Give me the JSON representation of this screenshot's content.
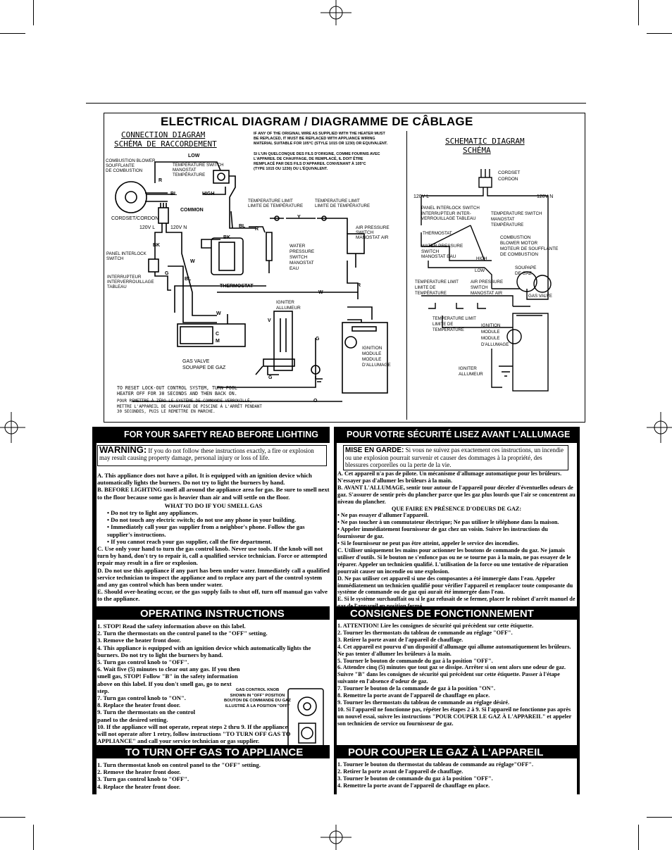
{
  "diagram": {
    "title": "ELECTRICAL DIAGRAM / DIAGRAMME DE CÂBLAGE",
    "connection_title_en": "CONNECTION DIAGRAM",
    "connection_title_fr": "SCHÉMA DE RACCORDEMENT",
    "schematic_title_en": "SCHEMATIC DIAGRAM",
    "schematic_title_fr": "SCHÉMA",
    "wire_note_en": "IF ANY OF THE ORIGINAL WIRE AS SUPPLIED WITH THE HEATER MUST\nBE REPLACED, IT MUST BE REPLACED WITH APPLIANCE WIRING\nMATERIAL SUITABLE FOR 105°C (STYLE 1015 OR 1230) OR EQUIVALENT.",
    "wire_note_fr": "SI L'UN QUELCONQUE DES FILS D'ORIGINE, COMME FOURNIS AVEC\nL'APPAREIL DE CHAUFFAGE, DE REMPLACÉ, IL DOIT ÊTRE\nREMPLACÉ PAR DES FILS D'APPAREIL CONVENANT À 105°C\n(TYPE 1015 OU 1230) OU L'ÉQUIVALENT.",
    "labels": {
      "blower": "COMBUSTION BLOWER\nSOUFFLANTE\nDE COMBUSTION",
      "low": "LOW",
      "temp_switch": "TEMPERATURE SWITCH\nMANOSTAT\nTEMPÉRATURE",
      "bl": "BL",
      "high": "HIGH",
      "common": "COMMON",
      "cordset": "CORDSET/CORDON",
      "v120l": "120V L",
      "v120n": "120V N",
      "bk": "BK",
      "panel_switch": "PANEL INTERLOCK\nSWITCH",
      "panel_switch_fr": "INTERRUPTEUR\nINTERVERROUILLAGE\nTABLEAU",
      "temp_limit_1": "TEMPERATURE LIMIT\nLIMITE DE TEMPÉRATURE",
      "temp_limit_2": "TEMPERATURE LIMIT\nLIMITE DE TEMPÉRATURE",
      "air_pressure": "AIR PRESSURE\nSWITCH\nMANOSTAT AIR",
      "water_pressure": "WATER\nPRESSURE\nSWITCH\nMANOSTAT\nEAU",
      "thermostat": "THERMOSTAT",
      "igniter": "IGNITER\nALLUMEUR",
      "ignition_module": "IGNITION\nMODULE\nMODULE\nD'ALLUMAGE",
      "gas_valve": "GAS VALVE\nSOUPAPE DE GAZ",
      "c": "C",
      "m": "M",
      "w": "W",
      "g": "G",
      "r": "R",
      "v": "V",
      "y": "Y",
      "o": "O",
      "reset_en": "TO RESET LOCK-OUT CONTROL SYSTEM, TURN POOL\nHEATER OFF FOR 30 SECONDS AND THEN BACK ON.",
      "reset_fr": "POUR REMETTRE À ZÉRO LE SYSTÈME DE COMMANDE VERROUILLÉ,\nMETTRE L'APPAREIL DE CHAUFFAGE DE PISCINE À L'ARRÊT PENDANT\n30 SECONDES, PUIS LE REMETTRE EN MARCHE."
    },
    "schematic_labels": {
      "cordset": "CORDSET\nCORDON",
      "l": "120V L",
      "n": "120V N",
      "panel": "PANEL INTERLOCK SWITCH\nINTERRUPTEUR INTER-\nVERROUILLAGE TABLEAU",
      "thermostat": "THERMOSTAT",
      "temp_switch": "TEMPERATURE SWITCH\nMANOSTAT\nTEMPÉRATURE",
      "blower": "COMBUSTION\nBLOWER MOTOR\nMOTEUR DE SOUFFLANTE\nDE COMBUSTION",
      "water": "WATER PRESSURE\nSWITCH\nMANOSTAT EAU",
      "high": "HIGH",
      "low": "LOW",
      "gas_valve_fr": "SOUPAPE\nDE GAZ",
      "temp_limit": "TEMPERATURE LIMIT\nLIMITE DE\nTEMPÉRATURE",
      "air": "AIR PRESSURE\nSWITCH\nMANOSTAT AIR",
      "gas_valve": "GAS VALVE",
      "temp_limit2": "TEMPERATURE LIMIT\nLIMITE DE\nTEMPÉRATURE",
      "ignition": "IGNITION\nMODULE\nMODULE\nD'ALLUMAGE",
      "igniter": "IGNITER\nALLUMEUR"
    }
  },
  "english": {
    "safety_title": "FOR YOUR SAFETY READ BEFORE LIGHTING",
    "warning_label": "WARNING:",
    "warning_text": " If you do not follow these instructions exactly, a fire or explosion may result causing property damage, personal injury or loss of life.",
    "safety_items": [
      "A. This appliance does not have a pilot. It is equipped with an ignition device which automatically lights the burners. Do not try to light the burners by hand.",
      "B. BEFORE LIGHTING smell all around the appliance area for gas. Be sure to smell next to the floor because some gas is heavier than air and will settle on the floor.",
      "WHAT TO DO IF YOU SMELL GAS",
      "• Do not try to light any appliances.",
      "• Do not touch any electric switch; do not use any phone in your building.",
      "• Immediately call your gas supplier from a neighbor's phone. Follow the gas supplier's instructions.",
      "• If you cannot reach your gas supplier, call the fire department.",
      "C. Use only your hand to turn the gas control knob. Never use tools. If the knob will not turn by hand, don't try to repair it, call a qualified service technician. Force or attempted repair may result in a fire or explosion.",
      "D. Do not use this appliance if any part has been under water. Immediately call a qualified service technician to inspect the appliance and to replace any part of the control system and any gas control which has been under water.",
      "E. Should over-heating occur, or the gas supply fails to shut off, turn off manual gas valve to the appliance."
    ],
    "operating_title": "OPERATING INSTRUCTIONS",
    "operating_items": [
      "1. STOP! Read the safety information above on this label.",
      "2. Turn the thermostats on the control panel to the \"OFF\" setting.",
      "3. Remove the heater front door.",
      "4. This appliance is equipped with an ignition device which automatically lights the burners. Do not try to light the burners by hand.",
      "5. Turn gas control knob to \"OFF\".",
      "6. Wait five (5) minutes to clear out any gas. If you then smell gas, STOP! Follow \"B\" in the safety information above on this label. If you don't smell gas, go to next step.",
      "7. Turn gas control knob to \"ON\".",
      "8. Replace the heater front door.",
      "9. Turn the thermostats on the control panel to the desired setting.",
      "10. If the appliance will not operate, repeat steps 2 thru 9. If the appliance will not operate after 1 retry, follow instructions \"TO TURN OFF GAS TO APPLIANCE\" and call your service technician or gas supplier."
    ],
    "knob_caption": "GAS CONTROL KNOB\nSHOWN IN \"OFF\" POSITION\nBOUTON DE COMMANDE DU GAZ\nILLUSTRÉ À LA POSITION \"OFF\"",
    "turnoff_title": "TO TURN OFF GAS TO APPLIANCE",
    "turnoff_items": [
      "1. Turn thermostat knob on control panel to the \"OFF\" setting.",
      "2. Remove the heater front door.",
      "3. Turn gas control knob to \"OFF\".",
      "4. Replace the heater front door."
    ]
  },
  "french": {
    "safety_title": "POUR VOTRE SÉCURITÉ LISEZ AVANT L'ALLUMAGE",
    "warning_label": "MISE EN GARDE:",
    "warning_text": " Si vous ne suivez pas exactement ces instructions, un incendie ou une explosion pourrait survenir et causer des dommages à la propriété, des blessures corporelles ou la perte de la vie.",
    "safety_items": [
      "A. Cet appareil n'a pas de pilote. Un mécanisme d'allumage automatique pour les brûleurs. N'essayer pas d'allumer les brûleurs à la main.",
      "B. AVANT L'ALLUMAGE, sentir tour autour de l'appareil pour déceler d'éventuelles odeurs de gaz. S'assurer de sentir près du plancher parce que les gaz plus lourds que l'air se concentrent au niveau du plancher.",
      "QUE FAIRE EN PRÉSENCE D'ODEURS DE GAZ:",
      "• Ne pas essayer d'allumer l'appareil.",
      "• Ne pas toucher à un commutateur électrique; Ne pas utiliser le téléphone dans la maison.",
      "• Appeler immédiatement fournisseur de gaz chez un voisin. Suivre les instructions du fournisseur de gaz.",
      "• Si le fournisseur ne peut pas être atteint, appeler le service des incendies.",
      "C. Utiliser uniquement les mains pour actionner les boutons de commande du gaz. Ne jamais utiliser d'outils. Si le bouton ne s'enfonce pas ou ne se tourne pas à la main, ne pas essayer de le réparer. Appeler un technicien qualifié. L'utilisation de la force ou une tentative de réparation pourrait causer un incendie ou une explosion.",
      "D. Ne pas utiliser cet appareil si une des composantes a été immergée dans l'eau. Appeler immédiatement un technicien qualifié pour vérifier l'appareil et remplacer toute composante du système de commande ou de gaz qui aurait été immergée dans l'eau.",
      "E. Si le système surchauffait ou si le gaz refusait de se fermer, placer le robinet d'arrêt manuel de gaz de l'appareil en position fermé."
    ],
    "operating_title": "CONSIGNES DE FONCTIONNEMENT",
    "operating_items": [
      "1. ATTENTION! Lire les consignes de sécurité qui précèdent sur cette étiquette.",
      "2. Tourner les thermostats du tableau de commande au réglage \"OFF\".",
      "3. Retirer la porte avant de l'appareil de chauffage.",
      "4. Cet appareil est pourvu d'un dispositif d'allumage qui allume automatiquement les brûleurs. Ne pas tenter d'allumer les brûleurs à la main.",
      "5. Tourner le bouton de commande du gaz à la position \"OFF\".",
      "6. Attendre cinq (5) minutes que tout gaz se dissipe. Arrêter si on sent alors une odeur de gaz. Suivre \"B\" dans les consignes de sécurité qui précèdent sur cette étiquette. Passer à l'étape suivante en l'absence d'odeur de gaz.",
      "7. Tourner le bouton de la commande de gaz à la position \"ON\".",
      "8. Remettre la porte avant de l'appareil de chauffage en place.",
      "9. Tourner les thermostats du tableau de commande au réglage désiré.",
      "10. Si l'appareil ne fonctionne pas, répéter les étapes 2 à 9. Si l'appareil ne fonctionne pas après un nouvel essai, suivre les instructions \"POUR COUPER LE GAZ À L'APPAREIL\" et appeler son technicien de service ou fournisseur de gaz."
    ],
    "turnoff_title": "POUR COUPER LE GAZ À L'APPAREIL",
    "turnoff_items": [
      "1. Tourner le bouton du thermostat du tableau de commande au réglage\"OFF\".",
      "2. Retirer la porte avant de l'appareil de chauffage.",
      "3. Tourner le bouton de commande du gaz à la position \"OFF\".",
      "4. Remettre la porte avant de l'appareil de chauffage en place."
    ]
  }
}
